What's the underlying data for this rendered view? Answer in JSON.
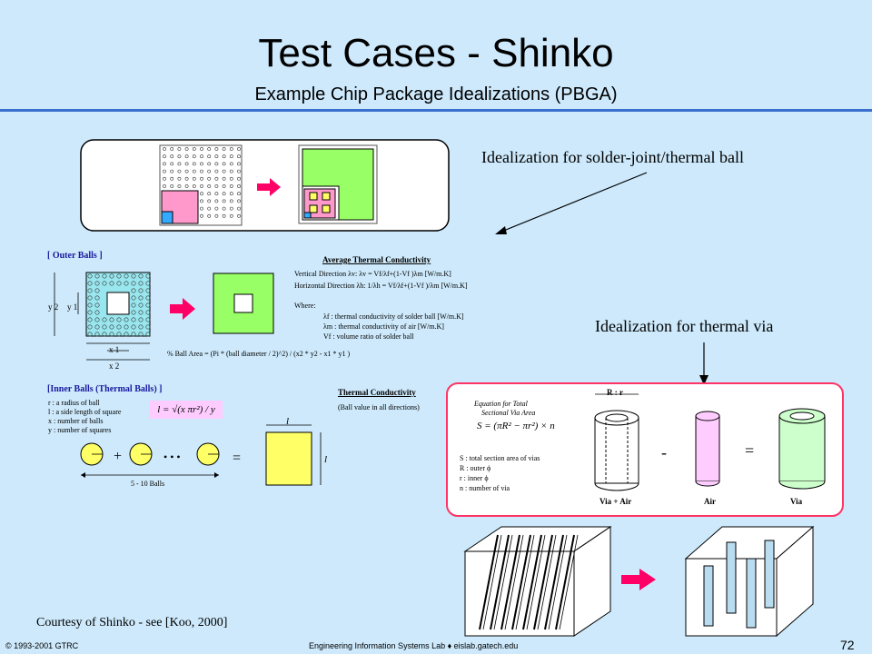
{
  "slide": {
    "title": "Test Cases - Shinko",
    "subtitle": "Example Chip Package Idealizations (PBGA)",
    "page_number": "72"
  },
  "captions": {
    "solder": "Idealization for solder-joint/thermal ball",
    "via": "Idealization for thermal via"
  },
  "outer_balls": {
    "header": "[ Outer Balls ]",
    "dims": [
      "y 2",
      "y 1",
      "x 1",
      "x 2"
    ],
    "ball_area": "% Ball Area = (Pi * (ball diameter / 2)^2) / (x2 * y2 - x1 * y1 )"
  },
  "avg_conductivity": {
    "title": "Average Thermal Conductivity",
    "vertical": "Vertical Direction   λv: λv = Vf/λf+(1-Vf )λm  [W/m.K]",
    "horizontal": "Horizontal Direction  λh: 1/λh = Vf/λf+(1-Vf )/λm  [W/m.K]",
    "where": "Where:",
    "defs": [
      "λf : thermal conductivity of solder ball [W/m.K]",
      "λm : thermal conductivity of air [W/m.K]",
      "Vf : volume ratio of solder ball"
    ]
  },
  "inner_balls": {
    "header": "[Inner Balls (Thermal Balls) ]",
    "defs": [
      "r : a radius of ball",
      "l : a side length of square",
      "x : number of balls",
      "y : number of squares"
    ],
    "formula": "l = √(x πr²) / y",
    "count_label": "5 - 10 Balls",
    "plus": "+",
    "dots": "• • •",
    "equals": "=",
    "dim_l": "l"
  },
  "thermal_conductivity": {
    "title": "Thermal Conductivity",
    "note": "(Ball value in all directions)"
  },
  "via_box": {
    "eq_title_1": "Equation for Total",
    "eq_title_2": "Sectional Via Area",
    "equation": "S = (πR² − πr²) × n",
    "defs": [
      "S : total section area of vias",
      "R : outer ϕ",
      "r : inner ϕ",
      "n : number of via"
    ],
    "dim_label": "R : r",
    "minus": "-",
    "equals": "=",
    "labels": [
      "Via + Air",
      "Air",
      "Via"
    ]
  },
  "courtesy": "Courtesy of Shinko - see [Koo, 2000]",
  "footer": {
    "left": "© 1993-2001  GTRC",
    "center": "Engineering Information Systems Lab ♦ eislab.gatech.edu"
  },
  "colors": {
    "background": "#cde9fb",
    "title_rule": "#3a6fd0",
    "green": "#99ff66",
    "pink": "#ff99cc",
    "yellow": "#ffff66",
    "arrow": "#ff0066",
    "cyan_grid": "#99e6ee",
    "via_border": "#ff3366",
    "air_cylinder": "#ffccff",
    "via_cylinder": "#ccffcc"
  }
}
